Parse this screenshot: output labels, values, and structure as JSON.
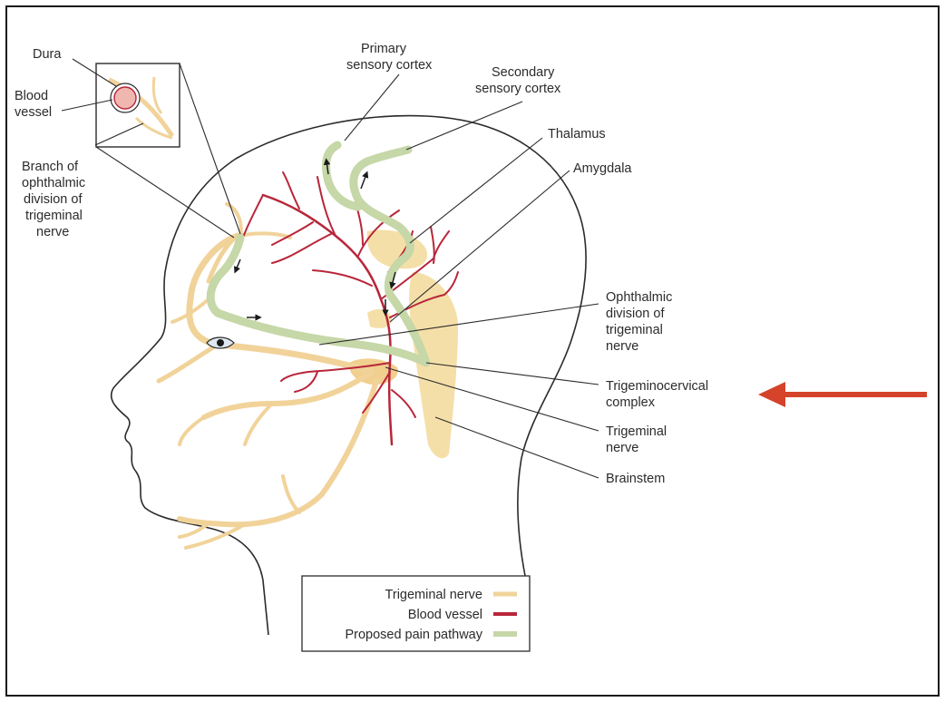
{
  "labels": {
    "dura": "Dura",
    "blood_vessel_l1": "Blood",
    "blood_vessel_l2": "vessel",
    "branch_l1": "Branch of",
    "branch_l2": "ophthalmic",
    "branch_l3": "division of",
    "branch_l4": "trigeminal",
    "branch_l5": "nerve",
    "primary_l1": "Primary",
    "primary_l2": "sensory cortex",
    "secondary_l1": "Secondary",
    "secondary_l2": "sensory cortex",
    "thalamus": "Thalamus",
    "amygdala": "Amygdala",
    "ophthalmic_l1": "Ophthalmic",
    "ophthalmic_l2": "division of",
    "ophthalmic_l3": "trigeminal",
    "ophthalmic_l4": "nerve",
    "trigeminocervical_l1": "Trigeminocervical",
    "trigeminocervical_l2": "complex",
    "trigeminal_l1": "Trigeminal",
    "trigeminal_l2": "nerve",
    "brainstem": "Brainstem"
  },
  "legend": [
    {
      "label": "Trigeminal nerve",
      "color": "#f1d39a"
    },
    {
      "label": "Blood vessel",
      "color": "#b8263a"
    },
    {
      "label": "Proposed pain pathway",
      "color": "#c6d7a8"
    }
  ],
  "colors": {
    "nerve": "#f1d39a",
    "vessel": "#b8263a",
    "pathway": "#c6d7a8",
    "pointer_arrow": "#d4432a",
    "brainstem": "#f5dfa8"
  },
  "icons": {
    "pointer": "arrow-left-icon",
    "eye": "eye-icon"
  }
}
